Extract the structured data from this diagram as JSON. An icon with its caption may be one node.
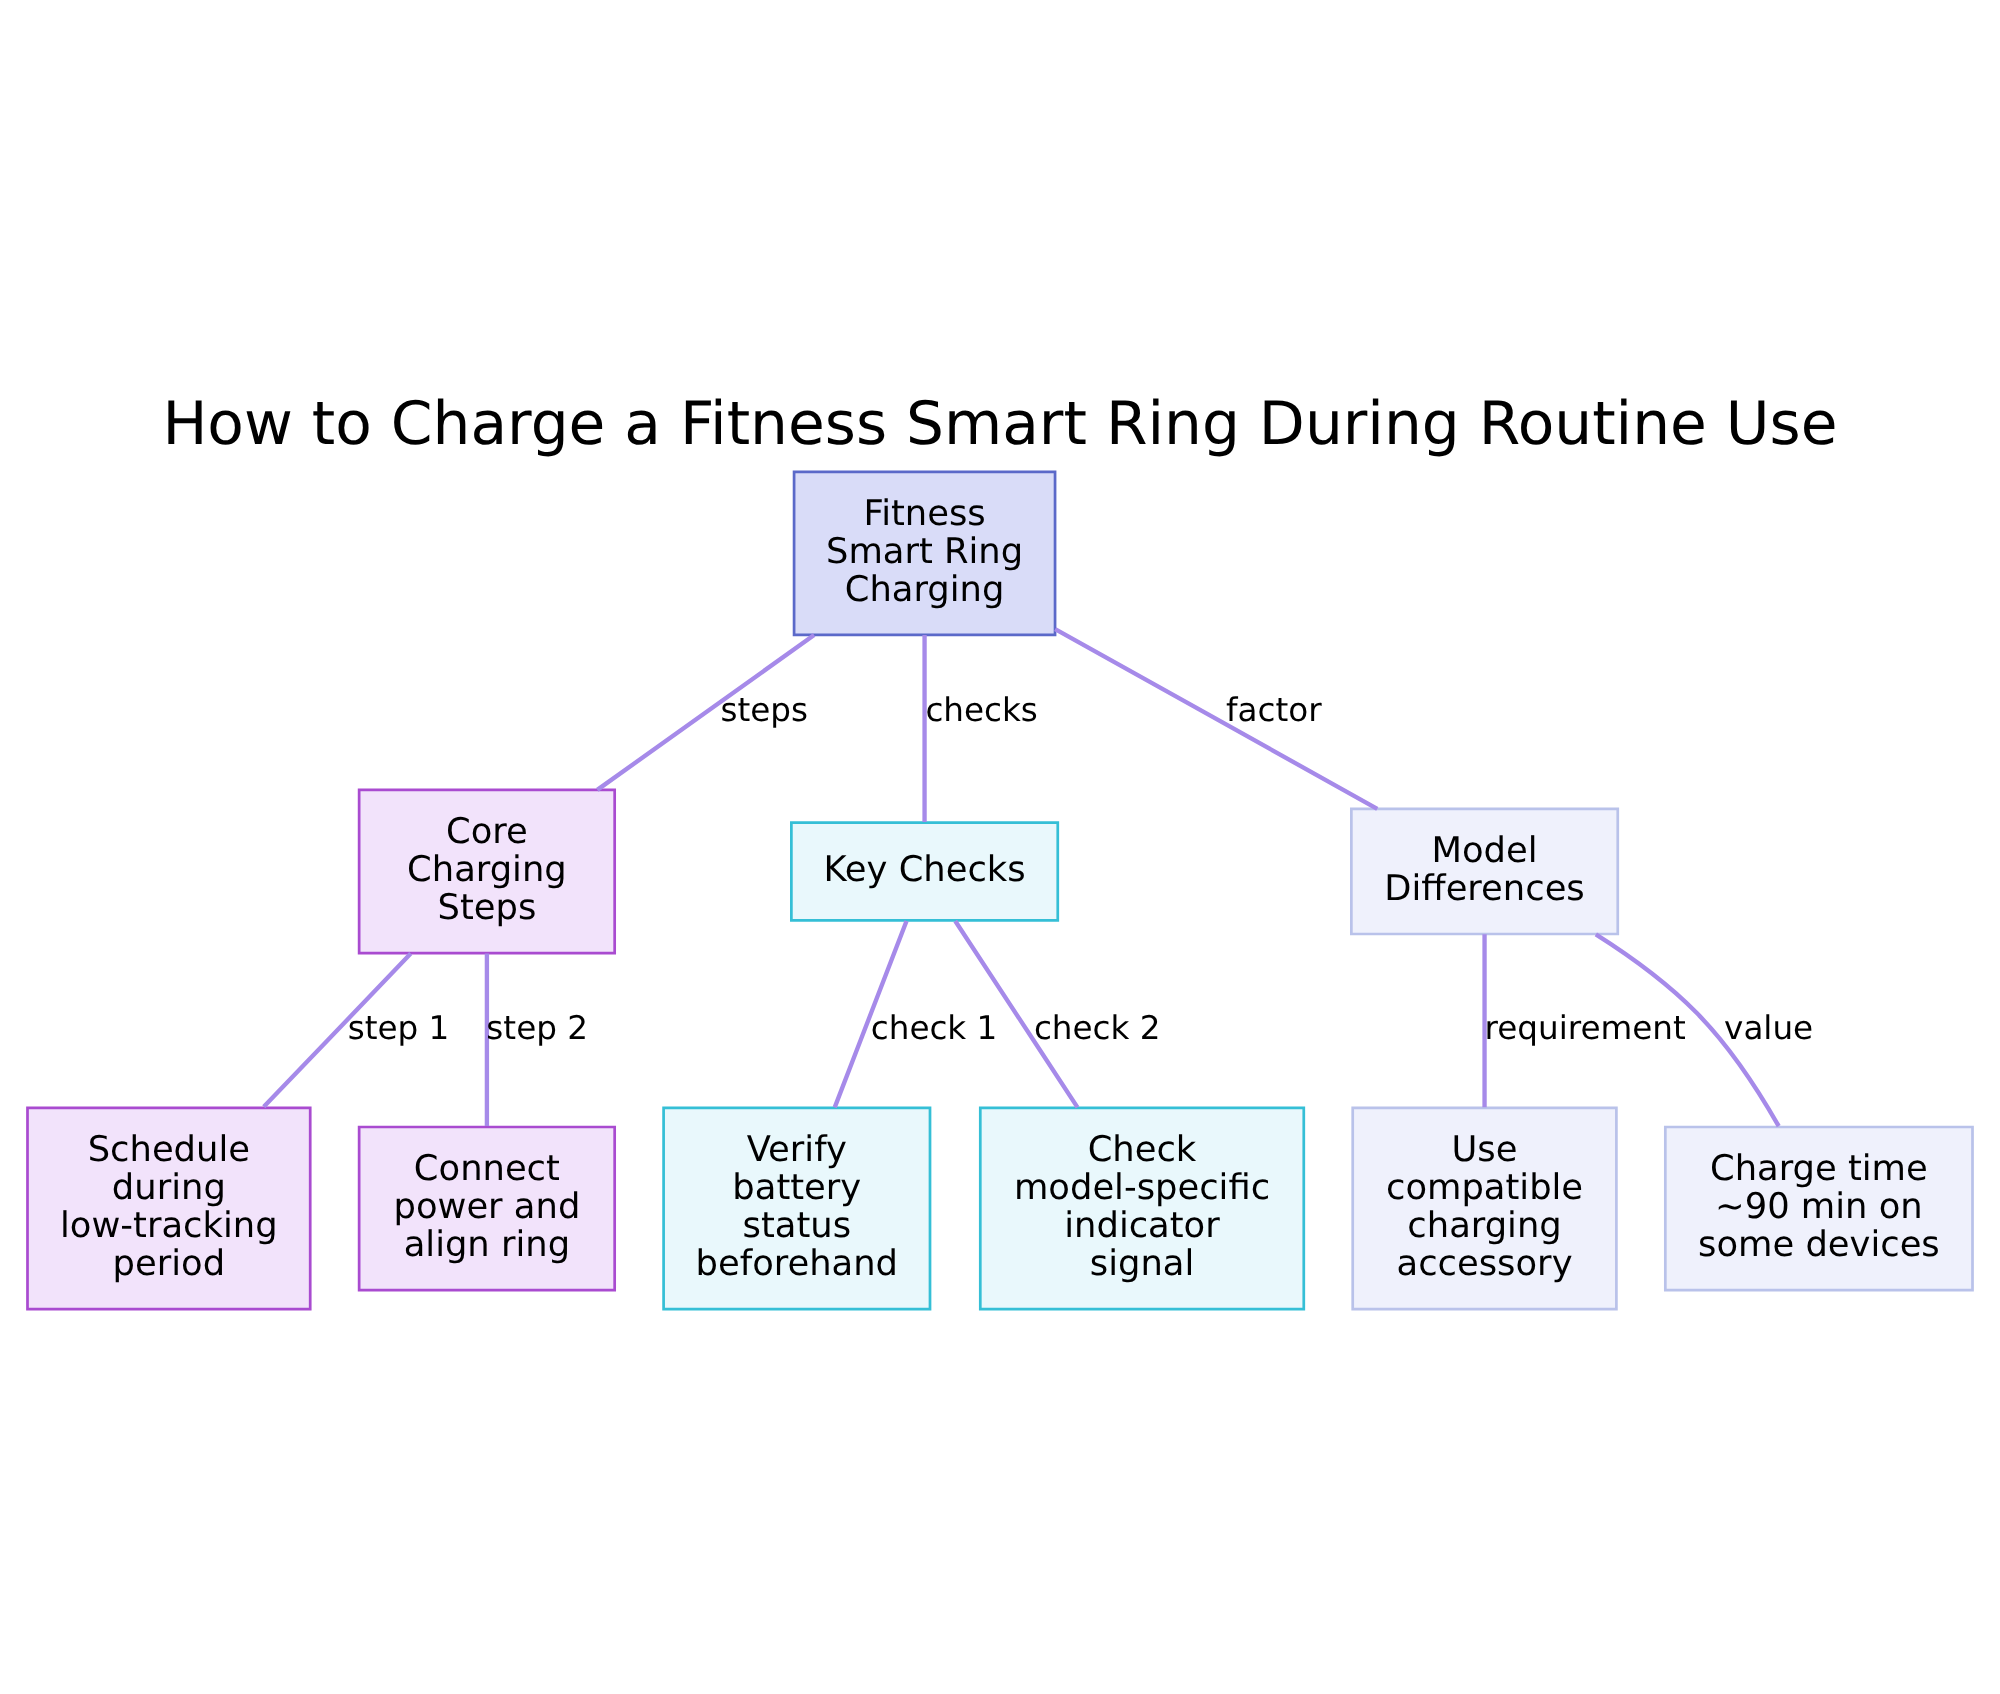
{
  "diagram": {
    "title": "How to Charge a Fitness Smart Ring During Routine Use",
    "nodes": [
      {
        "text": [
          "Fitness Smart Ring Charging"
        ]
      },
      {
        "text": [
          "Core Charging Steps"
        ]
      },
      {
        "text": [
          "Key Checks"
        ]
      },
      {
        "text": [
          "Model Differences"
        ]
      },
      {
        "text": [
          "Schedule during low-tracking period"
        ]
      },
      {
        "text": [
          "Connect power and align ring"
        ]
      },
      {
        "text": [
          "Verify battery status beforehand"
        ]
      },
      {
        "text": [
          "Check model-specific indicator signal"
        ]
      },
      {
        "text": [
          "Use compatible charging accessory"
        ]
      },
      {
        "text": [
          "Charge time ~90 min on some devices"
        ]
      }
    ],
    "edges": [
      {
        "from": 0,
        "to": 1,
        "arrow": "none",
        "label": "steps"
      },
      {
        "from": 0,
        "to": 2,
        "arrow": "none",
        "label": "checks"
      },
      {
        "from": 0,
        "to": 3,
        "arrow": "none",
        "label": "factor"
      },
      {
        "from": 1,
        "to": 4,
        "arrow": "none",
        "label": "step 1"
      },
      {
        "from": 1,
        "to": 5,
        "arrow": "none",
        "label": "step 2"
      },
      {
        "from": 2,
        "to": 6,
        "arrow": "none",
        "label": "check 1"
      },
      {
        "from": 2,
        "to": 7,
        "arrow": "none",
        "label": "check 2"
      },
      {
        "from": 3,
        "to": 8,
        "arrow": "none",
        "label": "requirement"
      },
      {
        "from": 3,
        "to": 9,
        "arrow": "none",
        "label": "value"
      }
    ]
  }
}
